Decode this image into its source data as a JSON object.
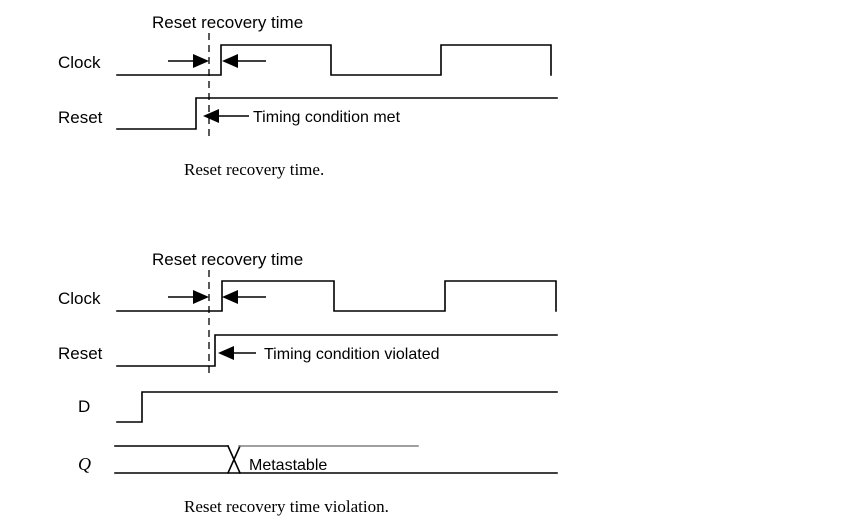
{
  "figure": {
    "background_color": "#ffffff",
    "line_color": "#000000",
    "metastable_line_color": "#808080"
  },
  "diagram1": {
    "title_annotation": "Reset recovery time",
    "signals": [
      {
        "name": "clock",
        "label": "Clock"
      },
      {
        "name": "reset",
        "label": "Reset"
      }
    ],
    "condition_note": "Timing condition met",
    "caption": "Reset recovery time."
  },
  "diagram2": {
    "title_annotation": "Reset recovery time",
    "signals": [
      {
        "name": "clock",
        "label": "Clock"
      },
      {
        "name": "reset",
        "label": "Reset"
      },
      {
        "name": "d",
        "label": "D"
      },
      {
        "name": "q",
        "label": "Q"
      }
    ],
    "condition_note": "Timing condition violated",
    "state_note": "Metastable",
    "caption": "Reset recovery time violation."
  }
}
